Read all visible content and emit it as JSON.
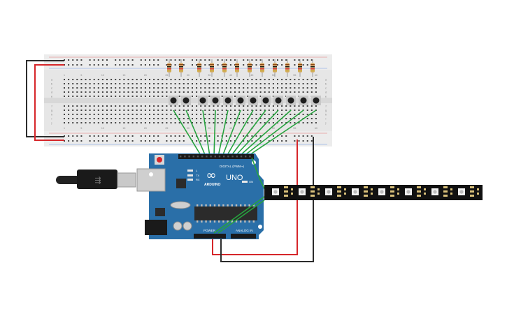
{
  "canvas": {
    "background": "#ffffff"
  },
  "breadboard": {
    "color": "#e6e6e6",
    "column_numbers": [
      "1",
      "5",
      "10",
      "15",
      "20",
      "25",
      "30",
      "35",
      "40",
      "45",
      "50",
      "55",
      "60"
    ],
    "row_letters_top": [
      "a",
      "b",
      "c",
      "d",
      "e"
    ],
    "row_letters_bottom": [
      "f",
      "g",
      "h",
      "i",
      "j"
    ]
  },
  "arduino": {
    "color": "#2a6fa8",
    "logo_text": "ARDUINO",
    "model_text": "UNO",
    "digital_label": "DIGITAL (PWM~)",
    "analog_label": "ANALOG IN",
    "power_label": "POWER",
    "tx_label": "TX",
    "rx_label": "RX",
    "l_label": "L",
    "on_label": "ON"
  },
  "led_strip": {
    "color": "#111111",
    "led_count": 8
  },
  "components": {
    "resistor_count": 12,
    "button_count": 12
  },
  "wire_colors": {
    "power": "#d6262a",
    "ground": "#2c2c2c",
    "signal": "#27a33f"
  }
}
